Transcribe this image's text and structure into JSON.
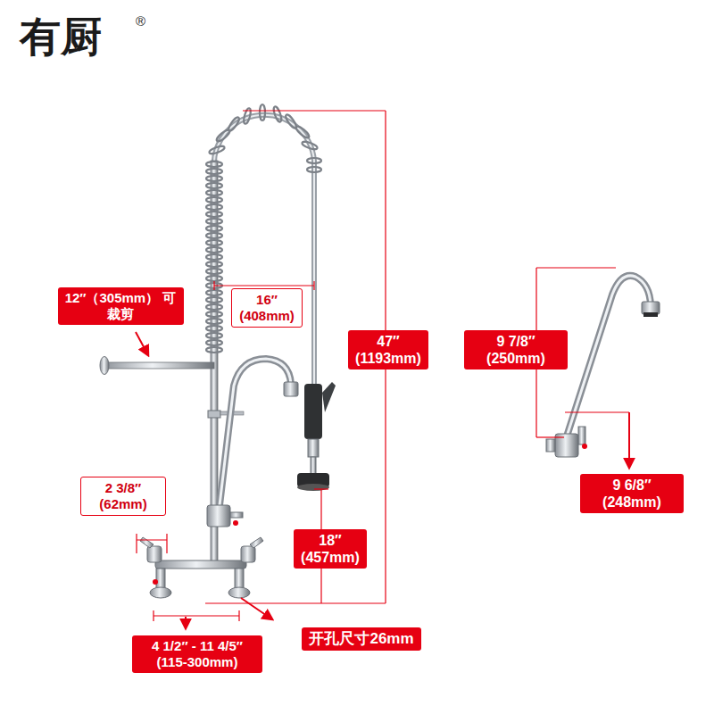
{
  "diagram": {
    "nodes": [
      {
        "text": [
          "12″（305mm） 可裁剪"
        ]
      },
      {
        "text": [
          "16″ (408mm)"
        ]
      },
      {
        "text": [
          "47″ (1193mm)"
        ]
      },
      {
        "text": [
          "2 3/8″ (62mm)"
        ]
      },
      {
        "text": [
          "18″ (457mm)"
        ]
      },
      {
        "text": [
          "开孔尺寸26mm"
        ]
      },
      {
        "text": [
          "4 1/2″ - 11 4/5″ (115-300mm)"
        ]
      },
      {
        "text": [
          "9 7/8″ (250mm)"
        ]
      },
      {
        "text": [
          "9 6/8″ (248mm)"
        ]
      }
    ],
    "labels": [
      "有厨",
      "®"
    ]
  }
}
